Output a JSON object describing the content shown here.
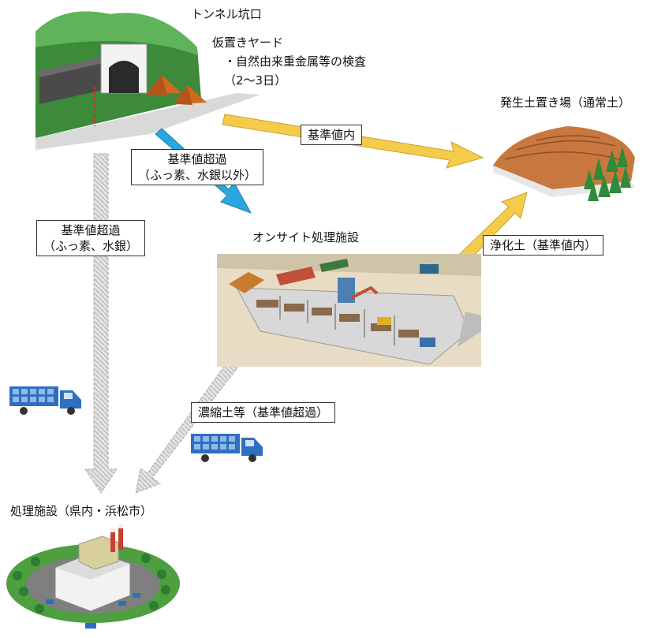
{
  "labels": {
    "tunnel_portal": "トンネル坑口",
    "temporary_yard": "仮置きヤード",
    "inspection": "・自然由来重金属等の検査",
    "duration": "（2～3日）",
    "disposal_site": "発生土置き場（通常土）",
    "onsite_facility": "オンサイト処理施設",
    "treatment_facility": "処理施設（県内・浜松市）"
  },
  "boxes": {
    "within_standard": "基準値内",
    "exceed_except_line1": "基準値超過",
    "exceed_except_line2": "（ふっ素、水銀以外）",
    "exceed_fluorine_line1": "基準値超過",
    "exceed_fluorine_line2": "（ふっ素、水銀）",
    "purified_soil": "浄化土（基準値内）",
    "concentrated_soil": "濃縮土等（基準値超過）"
  },
  "colors": {
    "yellow_arrow": "#f5cc4a",
    "blue_arrow": "#2aa7e0",
    "gray_arrow": "#cfcfcf",
    "hill_green": "#3f9a3c",
    "soil_brown": "#c8773f",
    "truck_blue": "#2f6fbf"
  }
}
